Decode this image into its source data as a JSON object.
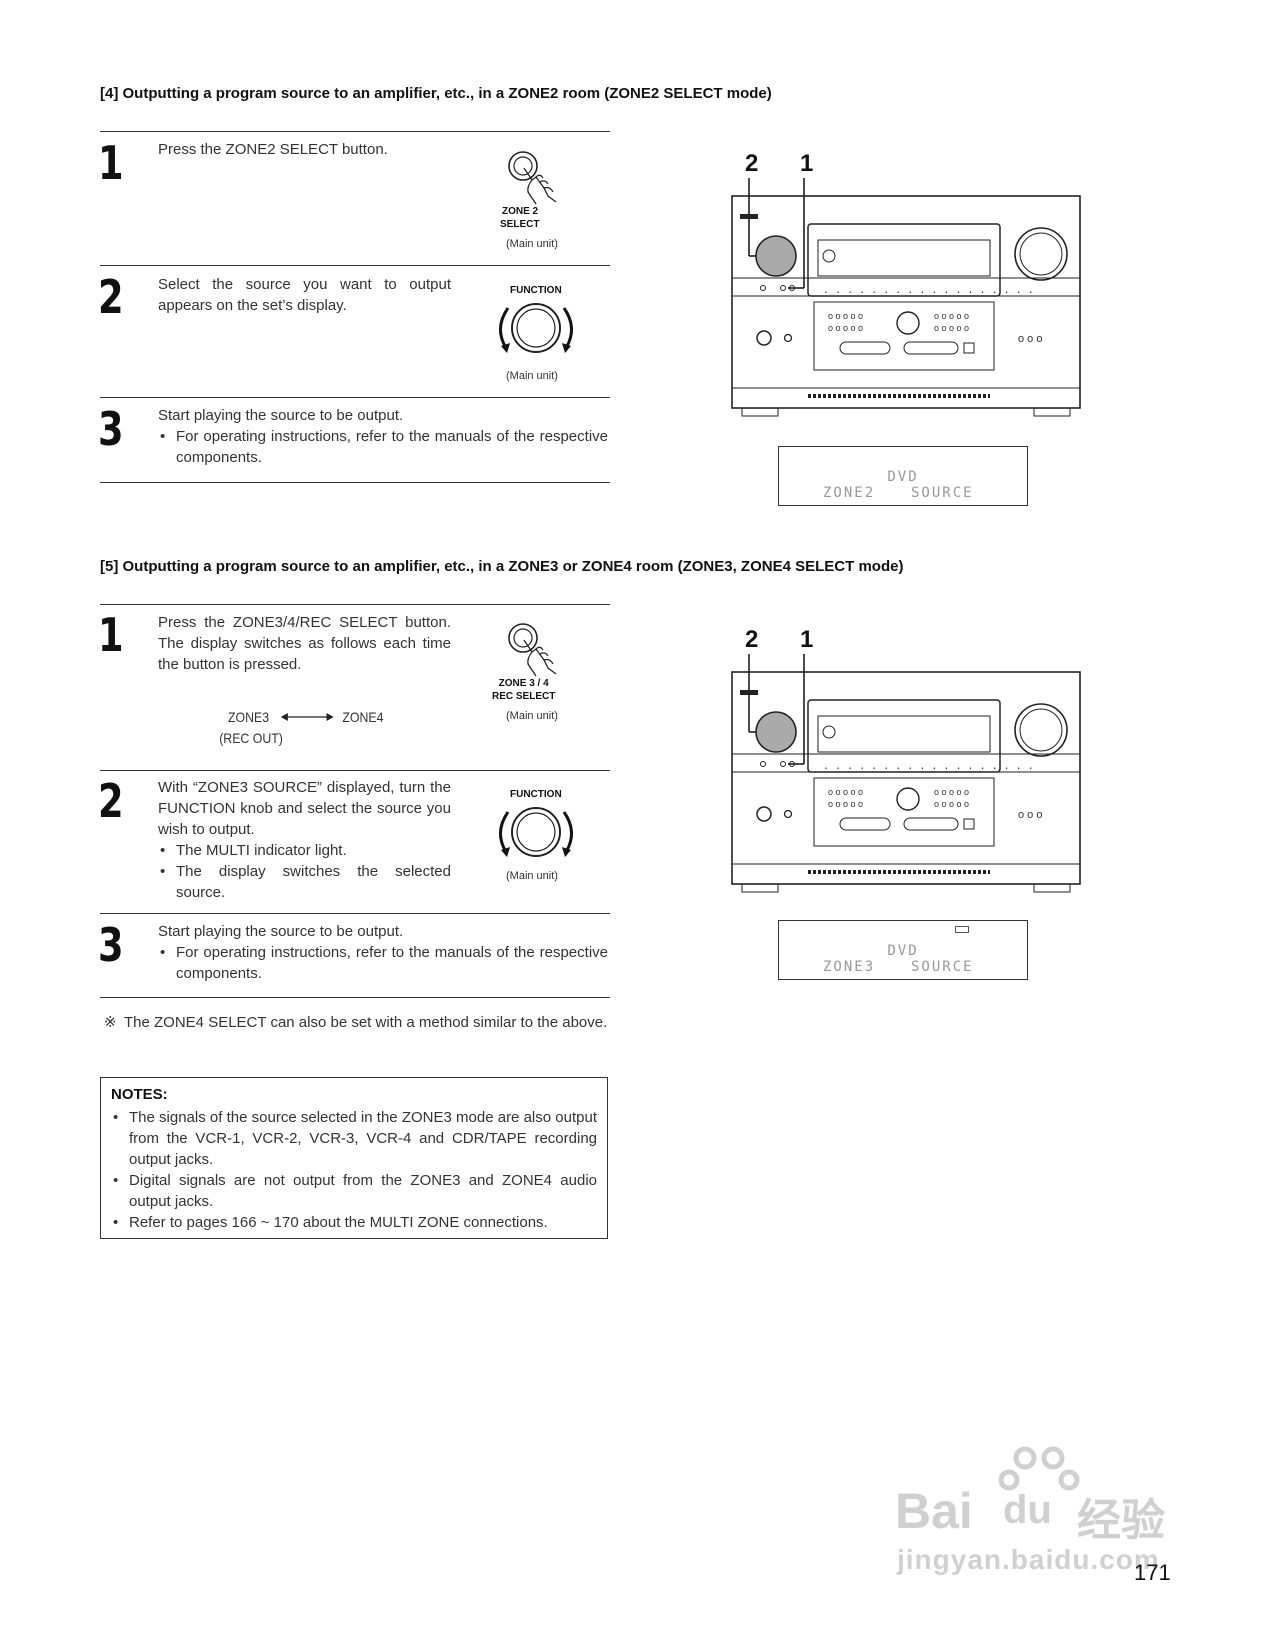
{
  "section4": {
    "title": "[4]  Outputting a program source to an amplifier, etc., in a ZONE2 room (ZONE2 SELECT mode)",
    "steps": [
      {
        "num": "1",
        "text": "Press the ZONE2 SELECT button.",
        "btn_label": "ZONE 2",
        "btn_label2": "SELECT",
        "caption": "(Main unit)"
      },
      {
        "num": "2",
        "text": "Select the source you want to output appears on the set’s display.",
        "knob_label": "FUNCTION",
        "caption": "(Main unit)"
      },
      {
        "num": "3",
        "text": "Start playing the source to be output.",
        "bullet": "For operating instructions, refer to the manuals of the respective components."
      }
    ],
    "callouts": [
      "2",
      "1"
    ],
    "display": {
      "line1": "DVD",
      "line2_left": "ZONE2",
      "line2_right": "SOURCE"
    }
  },
  "section5": {
    "title": "[5]  Outputting a program source to an amplifier, etc., in a ZONE3 or ZONE4 room (ZONE3, ZONE4 SELECT mode)",
    "steps": [
      {
        "num": "1",
        "text": "Press the ZONE3/4/REC SELECT button. The display switches as follows each time the button is pressed.",
        "btn_label": "ZONE 3 / 4",
        "btn_label2": "REC SELECT",
        "caption": "(Main unit)",
        "seq_a": "ZONE3",
        "seq_a2": "(REC OUT)",
        "seq_b": "ZONE4"
      },
      {
        "num": "2",
        "text": "With “ZONE3 SOURCE” displayed, turn the FUNCTION knob and select the source you wish to output.",
        "bullets": [
          "The MULTI indicator light.",
          "The display switches the selected source."
        ],
        "knob_label": "FUNCTION",
        "caption": "(Main unit)"
      },
      {
        "num": "3",
        "text": "Start playing the source to be output.",
        "bullet": "For operating instructions, refer to the manuals of the respective components."
      }
    ],
    "callouts": [
      "2",
      "1"
    ],
    "display": {
      "line1": "DVD",
      "line2_left": "ZONE3",
      "line2_right": "SOURCE"
    }
  },
  "remark": {
    "mark": "※",
    "text": "The ZONE4 SELECT can also be set with a method similar to the above."
  },
  "notes": {
    "title": "NOTES:",
    "items": [
      "The signals of the source selected in the ZONE3 mode are also output from the VCR-1, VCR-2, VCR-3, VCR-4 and CDR/TAPE recording output jacks.",
      "Digital signals are not output from the ZONE3 and ZONE4 audio output jacks.",
      "Refer to pages 166 ~ 170 about the MULTI ZONE connections."
    ]
  },
  "watermark": {
    "line1": "Bai",
    "line2": "du",
    "line3": "经验",
    "line4": "jingyan.baidu.com"
  },
  "page_number": "171"
}
